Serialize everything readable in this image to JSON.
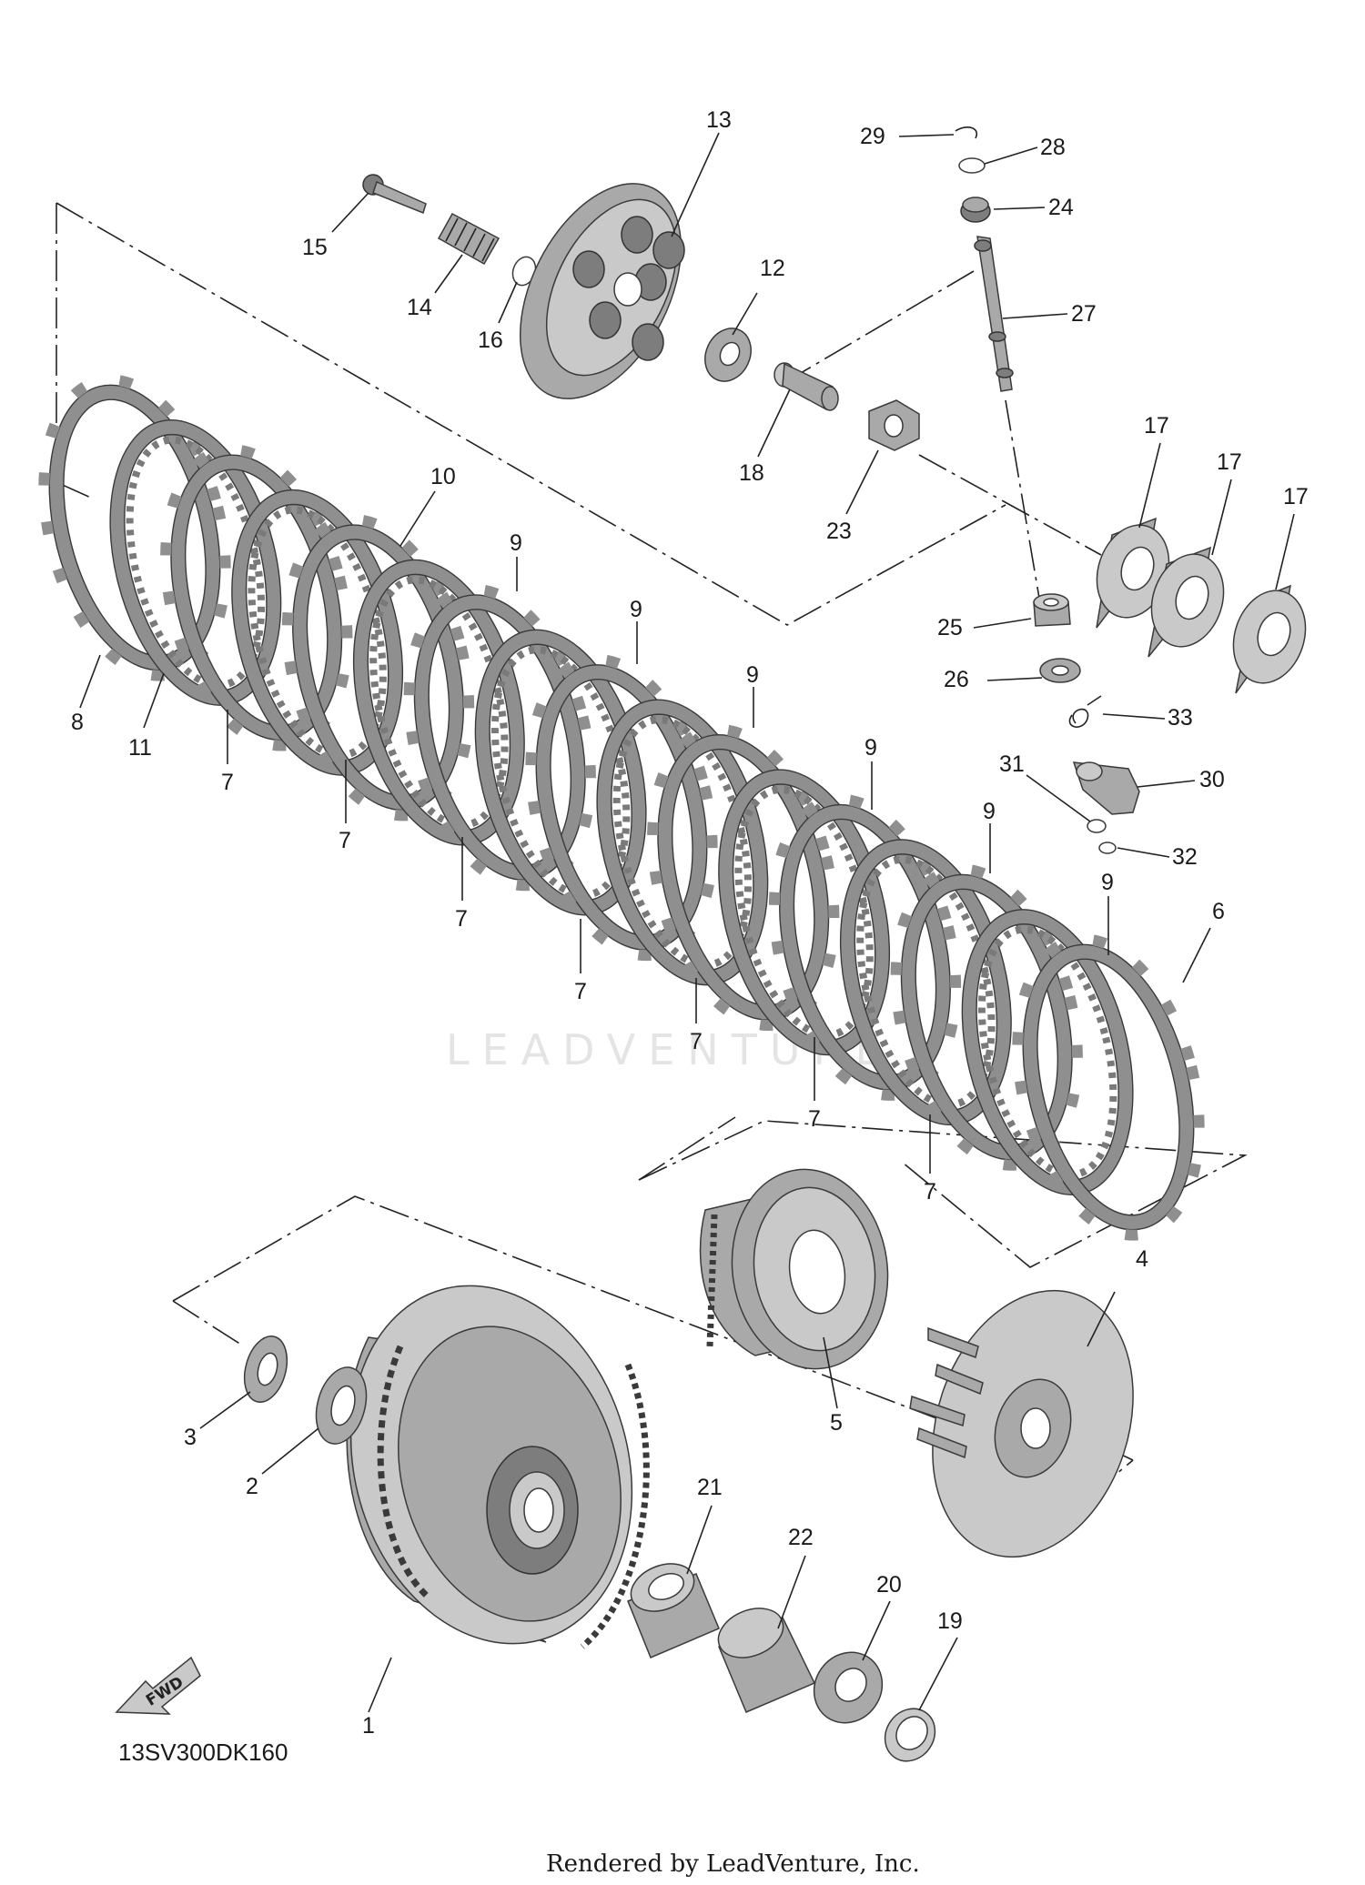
{
  "diagram": {
    "part_code": "13SV300DK160",
    "credit": "Rendered by LeadVenture, Inc.",
    "watermark": "LEADVENTURE",
    "fwd_label": "FWD"
  },
  "callouts": [
    {
      "id": "c1",
      "text": "1"
    },
    {
      "id": "c2",
      "text": "2"
    },
    {
      "id": "c3",
      "text": "3"
    },
    {
      "id": "c4",
      "text": "4"
    },
    {
      "id": "c5",
      "text": "5"
    },
    {
      "id": "c6",
      "text": "6"
    },
    {
      "id": "c7a",
      "text": "7"
    },
    {
      "id": "c7b",
      "text": "7"
    },
    {
      "id": "c7c",
      "text": "7"
    },
    {
      "id": "c7d",
      "text": "7"
    },
    {
      "id": "c7e",
      "text": "7"
    },
    {
      "id": "c7f",
      "text": "7"
    },
    {
      "id": "c7g",
      "text": "7"
    },
    {
      "id": "c8",
      "text": "8"
    },
    {
      "id": "c9a",
      "text": "9"
    },
    {
      "id": "c9b",
      "text": "9"
    },
    {
      "id": "c9c",
      "text": "9"
    },
    {
      "id": "c9d",
      "text": "9"
    },
    {
      "id": "c9e",
      "text": "9"
    },
    {
      "id": "c9f",
      "text": "9"
    },
    {
      "id": "c10",
      "text": "10"
    },
    {
      "id": "c11",
      "text": "11"
    },
    {
      "id": "c12",
      "text": "12"
    },
    {
      "id": "c13",
      "text": "13"
    },
    {
      "id": "c14",
      "text": "14"
    },
    {
      "id": "c15",
      "text": "15"
    },
    {
      "id": "c16",
      "text": "16"
    },
    {
      "id": "c17a",
      "text": "17"
    },
    {
      "id": "c17b",
      "text": "17"
    },
    {
      "id": "c17c",
      "text": "17"
    },
    {
      "id": "c18",
      "text": "18"
    },
    {
      "id": "c19",
      "text": "19"
    },
    {
      "id": "c20",
      "text": "20"
    },
    {
      "id": "c21",
      "text": "21"
    },
    {
      "id": "c22",
      "text": "22"
    },
    {
      "id": "c23",
      "text": "23"
    },
    {
      "id": "c24",
      "text": "24"
    },
    {
      "id": "c25",
      "text": "25"
    },
    {
      "id": "c26",
      "text": "26"
    },
    {
      "id": "c27",
      "text": "27"
    },
    {
      "id": "c28",
      "text": "28"
    },
    {
      "id": "c29",
      "text": "29"
    },
    {
      "id": "c30",
      "text": "30"
    },
    {
      "id": "c31",
      "text": "31"
    },
    {
      "id": "c32",
      "text": "32"
    },
    {
      "id": "c33",
      "text": "33"
    }
  ]
}
